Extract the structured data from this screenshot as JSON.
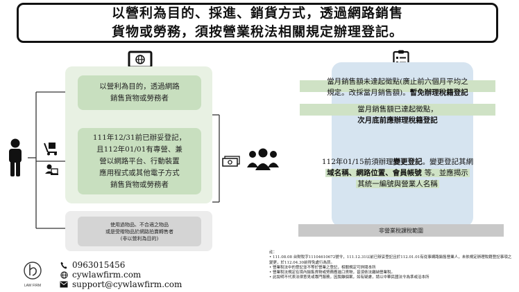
{
  "title": {
    "line1": "以營利為目的、採進、銷貨方式，透過網路銷售",
    "line2": "貨物或勞務，須按營業稅法相關規定辦理登記。"
  },
  "left": {
    "box1_line1": "以營利為目的，透過網路",
    "box1_line2": "銷售貨物或勞務者",
    "box2_lines": [
      "111年12/31前已辦妥登記，",
      "且112年01/01有專營、兼",
      "營以網路平台、行動裝置",
      "應用程式或其他電子方式",
      "銷售貨物或勞務者"
    ],
    "gray_lines": [
      "使用過物品、不合適之物品",
      "或是受贈物品於網路拍賣轉售者",
      "(非以營利為目的)"
    ]
  },
  "right": {
    "p1_line1": "當月銷售額未達起徵點(廣止前六個月平均之",
    "p1_line2_a": "規定。改採當月銷售額)。",
    "p1_line2_b": "暫免辦理稅籍登記",
    "p2_line1": "當月銷售額已達起徵點，",
    "p2_line2": "次月底前應辦理稅籍登記",
    "p3_line1_a": "112年01/15前須辦理",
    "p3_line1_b": "變更登記",
    "p3_line1_c": "。變更登記其網",
    "p3_line2_a": "域名稱、網路位置、會員帳號",
    "p3_line2_b": "等。並應揭示",
    "p3_line3": "其統一編號與營業人名稱",
    "gray_bar": "非營業稅課稅範圍"
  },
  "notes": {
    "heading": "註：",
    "items": [
      "111.08.08 台財稅字11104610672號令，111.12.31以前已辦妥登記且於112.01.01有從事網路銷售營業人，未依規定辦理稅籍登記事項之變更，於112.04.30前得免處行為罰。",
      "營業稅法中的登記並不等於營業之登記，相關規定可詳閱本所",
      "營業稅法規定在境內銷售貨物或勞務應進口貨物，皆須依法繳納營業稅。",
      "此說明不代表法律意見或專門服務，因脫離個案，如有疑慮，請以中華民國法令為準或洽本所"
    ]
  },
  "contact": {
    "phone": "0963015456",
    "website": "cywlawfirm.com",
    "email": "support@cywlawfirm.com",
    "logo_text": "LAW FIRM"
  },
  "colors": {
    "green_light": "#e8f1e3",
    "green": "#c8dfbf",
    "blue_light": "#d6e4f0",
    "gray": "#d4d4d4"
  },
  "icons": [
    "laptop-icon",
    "checklist-icon",
    "person-icon",
    "delivery-icon",
    "online-seller-icon",
    "cash-icon",
    "group-icon",
    "phone-icon",
    "globe-icon",
    "mail-icon"
  ]
}
